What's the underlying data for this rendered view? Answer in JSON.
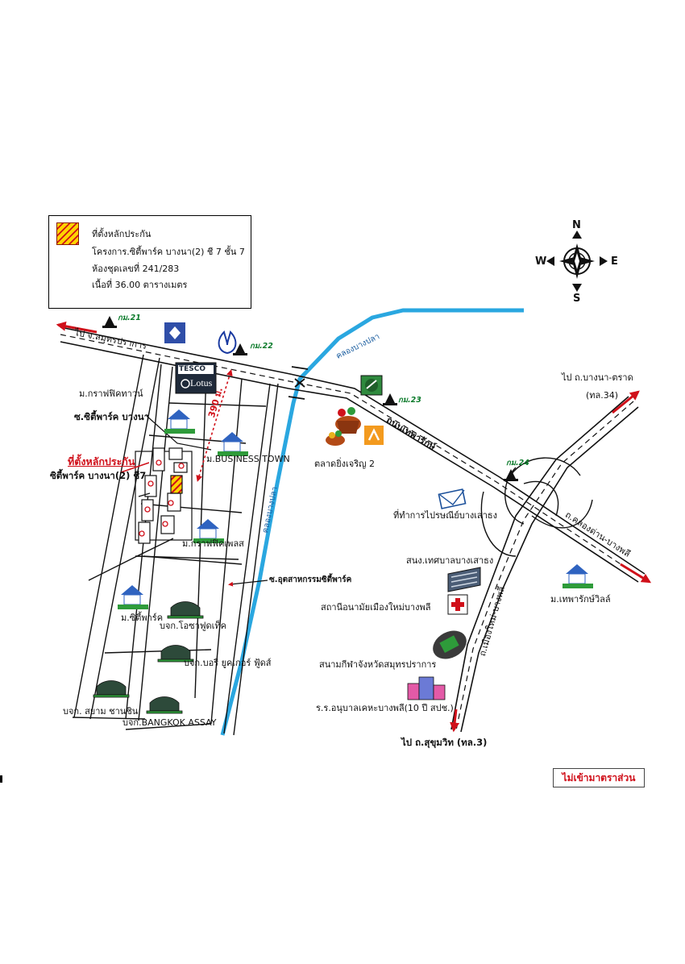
{
  "legend": {
    "title": "ที่ตั้งหลักประกัน",
    "project": "โครงการ.ซิตี้พาร์ค บางนา(2) ชี 7 ชั้น 7",
    "unit": "ห้องชุดเลขที่ 241/283",
    "area": "เนื้อที่ 36.00 ตารางเมตร"
  },
  "compass": {
    "n": "N",
    "s": "S",
    "e": "E",
    "w": "W"
  },
  "roads": {
    "to_samut_prakan": "ไป จ.สมุทรปราการ",
    "thepharak_road": "ถนนเทพารักษ์",
    "to_bangna_trat": "ไป ถ.บางนา-ตราด",
    "route_34": "(ทล.34)",
    "khlong_dan_bang_phli": "ถ.คลองด่าน-บางพลี",
    "mueang_mai_bang_phli": "ถ.เมืองใหม่-บางพลี",
    "to_sukhumvit": "ไป ถ.สุขุมวิท (ทล.3)",
    "soi_city_park": "ซ.ซิตี้พาร์ค บางนา",
    "soi_industrial": "ซ.อุตสาหกรรมซิตี้พาร์ค"
  },
  "canal_labels": {
    "khlong_bang_pla_east": "คลองบางปลา",
    "khlong_bang_pla_south": "คลองบางปลา"
  },
  "km_markers": {
    "km21": "กม.21",
    "km22": "กม.22",
    "km23": "กม.23",
    "km24": "กม.24"
  },
  "distance": "390 ม.",
  "collateral": {
    "title": "ที่ตั้งหลักประกัน",
    "project": "ซิตี้พาร์ค บางนา(2) ชี7"
  },
  "tesco": {
    "brand": "TESCO",
    "sub": "Lotus"
  },
  "places": {
    "graphic_town": "ม.กราฟฟิคทาวน์",
    "business_town": "ม.BUSINESS TOWN",
    "graphic_place": "ม.กราฟฟิคเพลส",
    "city_park": "ม.ซิตี้พาร์ค",
    "market": "ตลาดยิ่งเจริญ 2",
    "post_office": "ที่ทำการไปรษณีย์บางเสาธง",
    "municipality": "สนง.เทศบาลบางเสาธง",
    "health_center": "สถานีอนามัยเมืองใหม่บางพลี",
    "stadium": "สนามกีฬาจังหวัดสมุทรปราการ",
    "kindergarten": "ร.ร.อนุบาลเคหะบางพลี(10 ปี สปช.)",
    "thepharak_villa": "ม.เทพารักษ์วิลล์",
    "osha_food": "บจก.โอซาฟูดเท็ค",
    "berry_yucker": "บจก.บอรี่ ยูคเกอร์ ฟู้ดส์",
    "siam_chan_chin": "บจก. สยาม ชานชิน",
    "bangkok_assay": "บจก.BANGKOK ASSAY"
  },
  "scale_note": "ไม่เข้ามาตราส่วน",
  "colors": {
    "canal": "#2aa7e0",
    "road_fill": "#ffffff",
    "road_edge": "#111111",
    "direction_arrow": "#d0101a",
    "collateral": "#d0101a",
    "km_marker": "#0a7a2a",
    "house_roof": "#2f63c0",
    "house_grass": "#2e9b3a",
    "tesco_bg": "#1f2a3a",
    "krungsri": "#f39a1e",
    "kbank": "#2f8a3e",
    "ktb": "#2f4ea8"
  }
}
